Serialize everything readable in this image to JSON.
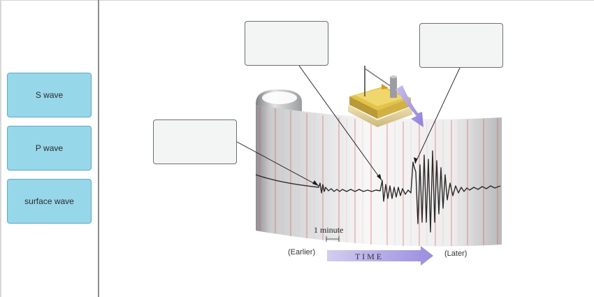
{
  "labels": [
    {
      "text": "S wave"
    },
    {
      "text": "P wave"
    },
    {
      "text": "surface wave"
    }
  ],
  "diagram": {
    "scale_label": "1 minute",
    "earlier_label": "(Earlier)",
    "time_label": "T I M E",
    "later_label": "(Later)"
  },
  "colors": {
    "label_fill": "#97d7ea",
    "label_border": "#5aaccc",
    "drop_box_fill": "#f3f4f4",
    "time_arrow": "#b3a8e3",
    "grid_lines": "#e05050"
  }
}
